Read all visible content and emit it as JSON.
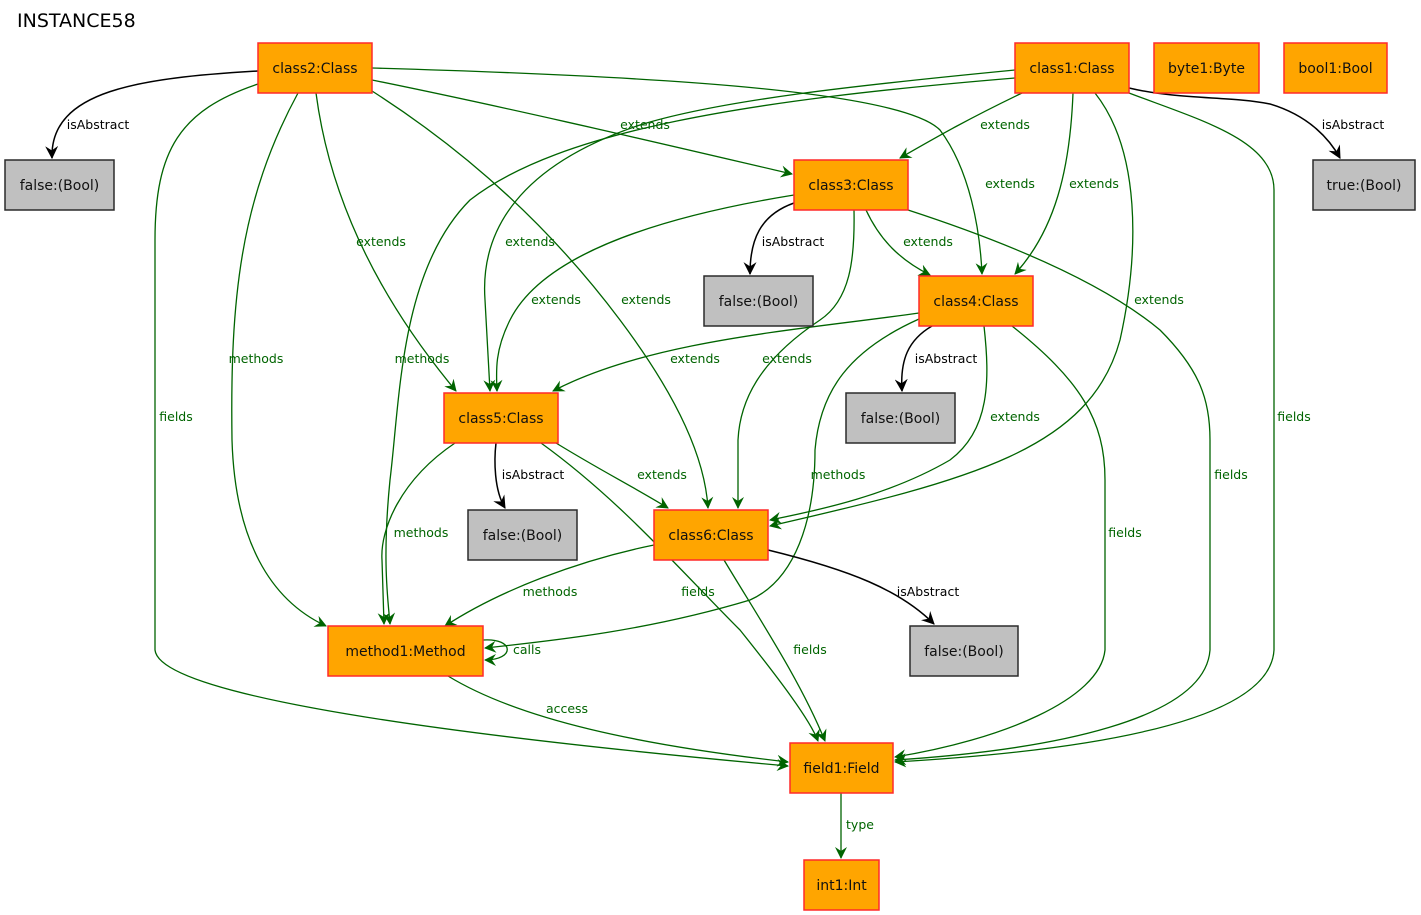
{
  "title": "INSTANCE58",
  "colors": {
    "object_fill": "#ffa500",
    "object_border": "#ff2a2a",
    "value_fill": "#c0c0c0",
    "value_border": "#2b2b2b",
    "relation_edge": "#006400",
    "attribute_edge": "#000000"
  },
  "nodes": [
    {
      "id": "class2",
      "label": "class2:Class",
      "kind": "object"
    },
    {
      "id": "class1",
      "label": "class1:Class",
      "kind": "object"
    },
    {
      "id": "byte1",
      "label": "byte1:Byte",
      "kind": "object"
    },
    {
      "id": "bool1",
      "label": "bool1:Bool",
      "kind": "object"
    },
    {
      "id": "false_c2",
      "label": "false:(Bool)",
      "kind": "value"
    },
    {
      "id": "true_c1",
      "label": "true:(Bool)",
      "kind": "value"
    },
    {
      "id": "class3",
      "label": "class3:Class",
      "kind": "object"
    },
    {
      "id": "false_c3",
      "label": "false:(Bool)",
      "kind": "value"
    },
    {
      "id": "class4",
      "label": "class4:Class",
      "kind": "object"
    },
    {
      "id": "false_c4",
      "label": "false:(Bool)",
      "kind": "value"
    },
    {
      "id": "class5",
      "label": "class5:Class",
      "kind": "object"
    },
    {
      "id": "false_c5",
      "label": "false:(Bool)",
      "kind": "value"
    },
    {
      "id": "class6",
      "label": "class6:Class",
      "kind": "object"
    },
    {
      "id": "false_c6",
      "label": "false:(Bool)",
      "kind": "value"
    },
    {
      "id": "method1",
      "label": "method1:Method",
      "kind": "object"
    },
    {
      "id": "field1",
      "label": "field1:Field",
      "kind": "object"
    },
    {
      "id": "int1",
      "label": "int1:Int",
      "kind": "object"
    }
  ],
  "edges": [
    {
      "id": "e1",
      "from": "class2",
      "to": "false_c2",
      "label": "isAbstract",
      "kind": "attribute"
    },
    {
      "id": "e2",
      "from": "class2",
      "to": "class3",
      "label": "extends",
      "kind": "relation"
    },
    {
      "id": "e3",
      "from": "class2",
      "to": "class4",
      "label": "extends",
      "kind": "relation"
    },
    {
      "id": "e4",
      "from": "class2",
      "to": "class5",
      "label": "extends",
      "kind": "relation"
    },
    {
      "id": "e5",
      "from": "class2",
      "to": "class6",
      "label": "extends",
      "kind": "relation"
    },
    {
      "id": "e6",
      "from": "class2",
      "to": "method1",
      "label": "methods",
      "kind": "relation"
    },
    {
      "id": "e7",
      "from": "class2",
      "to": "field1",
      "label": "fields",
      "kind": "relation"
    },
    {
      "id": "e8",
      "from": "class1",
      "to": "true_c1",
      "label": "isAbstract",
      "kind": "attribute"
    },
    {
      "id": "e9",
      "from": "class1",
      "to": "class3",
      "label": "extends",
      "kind": "relation"
    },
    {
      "id": "e10",
      "from": "class1",
      "to": "class4",
      "label": "extends",
      "kind": "relation"
    },
    {
      "id": "e11",
      "from": "class1",
      "to": "class5",
      "label": "extends",
      "kind": "relation"
    },
    {
      "id": "e12",
      "from": "class1",
      "to": "class6",
      "label": "extends",
      "kind": "relation"
    },
    {
      "id": "e13",
      "from": "class1",
      "to": "method1",
      "label": "methods",
      "kind": "relation"
    },
    {
      "id": "e14",
      "from": "class1",
      "to": "field1",
      "label": "fields",
      "kind": "relation"
    },
    {
      "id": "e15",
      "from": "class3",
      "to": "false_c3",
      "label": "isAbstract",
      "kind": "attribute"
    },
    {
      "id": "e16",
      "from": "class3",
      "to": "class4",
      "label": "extends",
      "kind": "relation"
    },
    {
      "id": "e17",
      "from": "class3",
      "to": "class5",
      "label": "extends",
      "kind": "relation"
    },
    {
      "id": "e18",
      "from": "class3",
      "to": "class6",
      "label": "extends",
      "kind": "relation"
    },
    {
      "id": "e19",
      "from": "class3",
      "to": "field1",
      "label": "fields",
      "kind": "relation"
    },
    {
      "id": "e20",
      "from": "class4",
      "to": "false_c4",
      "label": "isAbstract",
      "kind": "attribute"
    },
    {
      "id": "e21",
      "from": "class4",
      "to": "class5",
      "label": "extends",
      "kind": "relation"
    },
    {
      "id": "e22",
      "from": "class4",
      "to": "class6",
      "label": "extends",
      "kind": "relation"
    },
    {
      "id": "e23",
      "from": "class4",
      "to": "method1",
      "label": "methods",
      "kind": "relation"
    },
    {
      "id": "e24",
      "from": "class4",
      "to": "field1",
      "label": "fields",
      "kind": "relation"
    },
    {
      "id": "e25",
      "from": "class5",
      "to": "false_c5",
      "label": "isAbstract",
      "kind": "attribute"
    },
    {
      "id": "e26",
      "from": "class5",
      "to": "class6",
      "label": "extends",
      "kind": "relation"
    },
    {
      "id": "e27",
      "from": "class5",
      "to": "method1",
      "label": "methods",
      "kind": "relation"
    },
    {
      "id": "e28",
      "from": "class5",
      "to": "field1",
      "label": "fields",
      "kind": "relation"
    },
    {
      "id": "e29",
      "from": "class6",
      "to": "false_c6",
      "label": "isAbstract",
      "kind": "attribute"
    },
    {
      "id": "e30",
      "from": "class6",
      "to": "method1",
      "label": "methods",
      "kind": "relation"
    },
    {
      "id": "e31",
      "from": "class6",
      "to": "field1",
      "label": "fields",
      "kind": "relation"
    },
    {
      "id": "e32",
      "from": "method1",
      "to": "method1",
      "label": "calls",
      "kind": "relation"
    },
    {
      "id": "e33",
      "from": "method1",
      "to": "field1",
      "label": "access",
      "kind": "relation"
    },
    {
      "id": "e34",
      "from": "field1",
      "to": "int1",
      "label": "type",
      "kind": "relation"
    }
  ]
}
